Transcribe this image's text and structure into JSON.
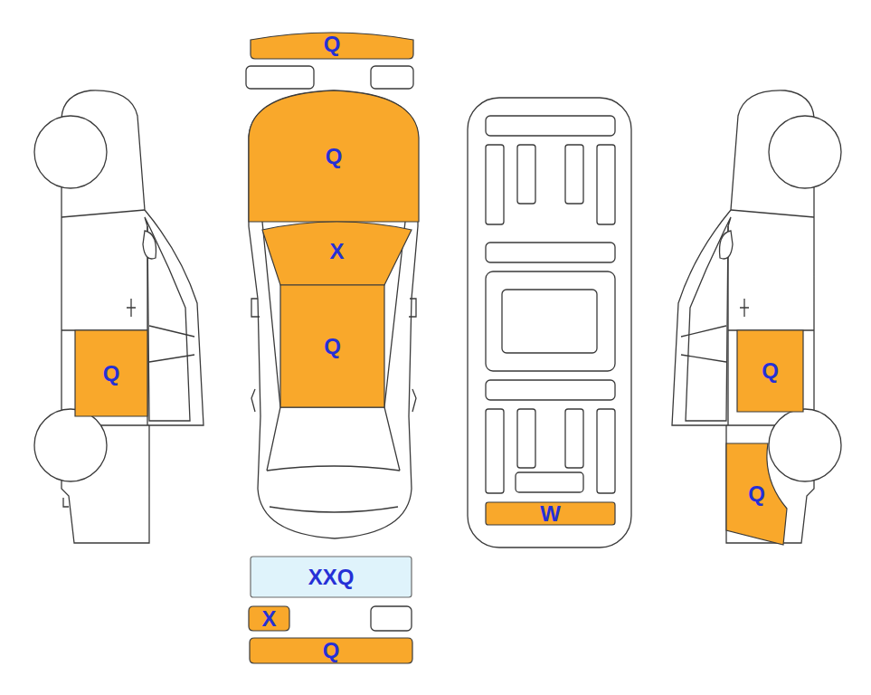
{
  "diagram": {
    "nodes": [
      {
        "text": [
          "Q"
        ]
      },
      {
        "text": [
          "Q"
        ]
      },
      {
        "text": [
          "X"
        ]
      },
      {
        "text": [
          "Q"
        ]
      },
      {
        "text": [
          "Q"
        ]
      },
      {
        "text": [
          "Q"
        ]
      },
      {
        "text": [
          "Q"
        ]
      },
      {
        "text": [
          "W"
        ]
      },
      {
        "text": [
          "XXQ"
        ]
      },
      {
        "text": [
          "X"
        ]
      },
      {
        "text": [
          "Q"
        ]
      }
    ]
  }
}
